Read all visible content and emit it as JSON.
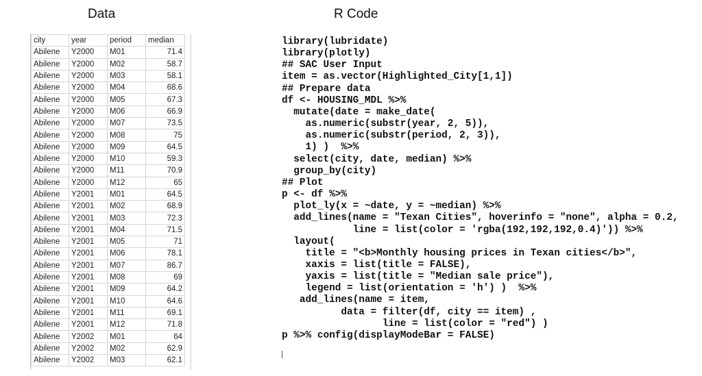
{
  "headings": {
    "data": "Data",
    "code": "R Code"
  },
  "table": {
    "columns": [
      "city",
      "year",
      "period",
      "median"
    ],
    "rows": [
      [
        "Abilene",
        "Y2000",
        "M01",
        "71.4"
      ],
      [
        "Abilene",
        "Y2000",
        "M02",
        "58.7"
      ],
      [
        "Abilene",
        "Y2000",
        "M03",
        "58.1"
      ],
      [
        "Abilene",
        "Y2000",
        "M04",
        "68.6"
      ],
      [
        "Abilene",
        "Y2000",
        "M05",
        "67.3"
      ],
      [
        "Abilene",
        "Y2000",
        "M06",
        "66.9"
      ],
      [
        "Abilene",
        "Y2000",
        "M07",
        "73.5"
      ],
      [
        "Abilene",
        "Y2000",
        "M08",
        "75"
      ],
      [
        "Abilene",
        "Y2000",
        "M09",
        "64.5"
      ],
      [
        "Abilene",
        "Y2000",
        "M10",
        "59.3"
      ],
      [
        "Abilene",
        "Y2000",
        "M11",
        "70.9"
      ],
      [
        "Abilene",
        "Y2000",
        "M12",
        "65"
      ],
      [
        "Abilene",
        "Y2001",
        "M01",
        "64.5"
      ],
      [
        "Abilene",
        "Y2001",
        "M02",
        "68.9"
      ],
      [
        "Abilene",
        "Y2001",
        "M03",
        "72.3"
      ],
      [
        "Abilene",
        "Y2001",
        "M04",
        "71.5"
      ],
      [
        "Abilene",
        "Y2001",
        "M05",
        "71"
      ],
      [
        "Abilene",
        "Y2001",
        "M06",
        "78.1"
      ],
      [
        "Abilene",
        "Y2001",
        "M07",
        "86.7"
      ],
      [
        "Abilene",
        "Y2001",
        "M08",
        "69"
      ],
      [
        "Abilene",
        "Y2001",
        "M09",
        "64.2"
      ],
      [
        "Abilene",
        "Y2001",
        "M10",
        "64.6"
      ],
      [
        "Abilene",
        "Y2001",
        "M11",
        "69.1"
      ],
      [
        "Abilene",
        "Y2001",
        "M12",
        "71.8"
      ],
      [
        "Abilene",
        "Y2002",
        "M01",
        "64"
      ],
      [
        "Abilene",
        "Y2002",
        "M02",
        "62.9"
      ],
      [
        "Abilene",
        "Y2002",
        "M03",
        "62.1"
      ]
    ]
  },
  "code_lines": [
    "library(lubridate)",
    "library(plotly)",
    "## SAC User Input",
    "item = as.vector(Highlighted_City[1,1])",
    "## Prepare data",
    "df <- HOUSING_MDL %>%",
    "  mutate(date = make_date(",
    "    as.numeric(substr(year, 2, 5)),",
    "    as.numeric(substr(period, 2, 3)),",
    "    1) )  %>%",
    "  select(city, date, median) %>%",
    "  group_by(city)",
    "## Plot",
    "p <- df %>%",
    "  plot_ly(x = ~date, y = ~median) %>%",
    "  add_lines(name = \"Texan Cities\", hoverinfo = \"none\", alpha = 0.2,",
    "            line = list(color = 'rgba(192,192,192,0.4)')) %>%",
    "  layout(",
    "    title = \"<b>Monthly housing prices in Texan cities</b>\",",
    "    xaxis = list(title = FALSE),",
    "    yaxis = list(title = \"Median sale price\"),",
    "    legend = list(orientation = 'h') )  %>%",
    "   add_lines(name = item,",
    "          data = filter(df, city == item) ,",
    "                 line = list(color = \"red\") )",
    "p %>% config(displayModeBar = FALSE)"
  ]
}
